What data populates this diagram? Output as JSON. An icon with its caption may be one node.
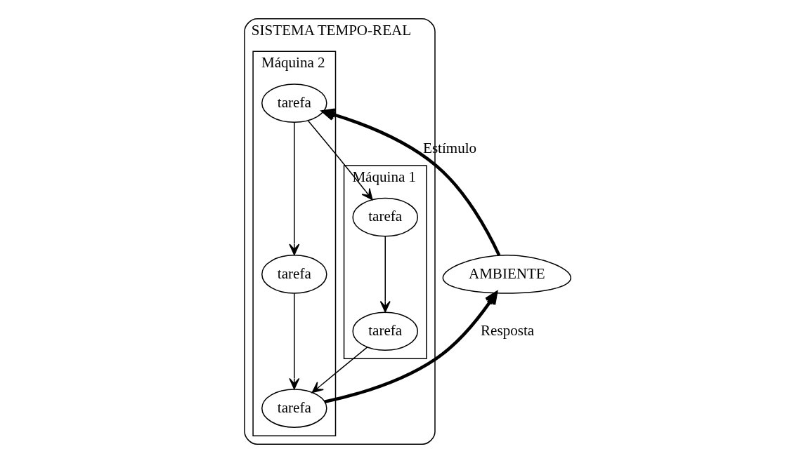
{
  "diagram": {
    "nodes": [
      {
        "text": [
          "SISTEMA TEMPO-REAL"
        ]
      },
      {
        "text": [
          "Máquina 1"
        ],
        "in": 0
      },
      {
        "text": [
          "tarefa"
        ],
        "in": 1
      },
      {
        "text": [
          "tarefa"
        ],
        "in": 1
      },
      {
        "text": [
          "Máquina 2"
        ],
        "in": 0
      },
      {
        "text": [
          "tarefa"
        ],
        "in": 4
      },
      {
        "text": [
          "tarefa"
        ],
        "in": 4
      },
      {
        "text": [
          "tarefa"
        ],
        "in": 4
      },
      {
        "text": [
          "AMBIENTE"
        ]
      }
    ],
    "edges": [
      {
        "from": 5,
        "to": 2,
        "arrow": "to"
      },
      {
        "from": 5,
        "to": 6,
        "arrow": "to"
      },
      {
        "from": 2,
        "to": 3,
        "arrow": "to"
      },
      {
        "from": 6,
        "to": 7,
        "arrow": "to"
      },
      {
        "from": 3,
        "to": 7,
        "arrow": "to"
      },
      {
        "from": 8,
        "to": 5,
        "arrow": "to",
        "label": "Estímulo",
        "style": "thick"
      },
      {
        "from": 7,
        "to": 8,
        "arrow": "to",
        "label": "Resposta",
        "style": "thick"
      }
    ]
  }
}
